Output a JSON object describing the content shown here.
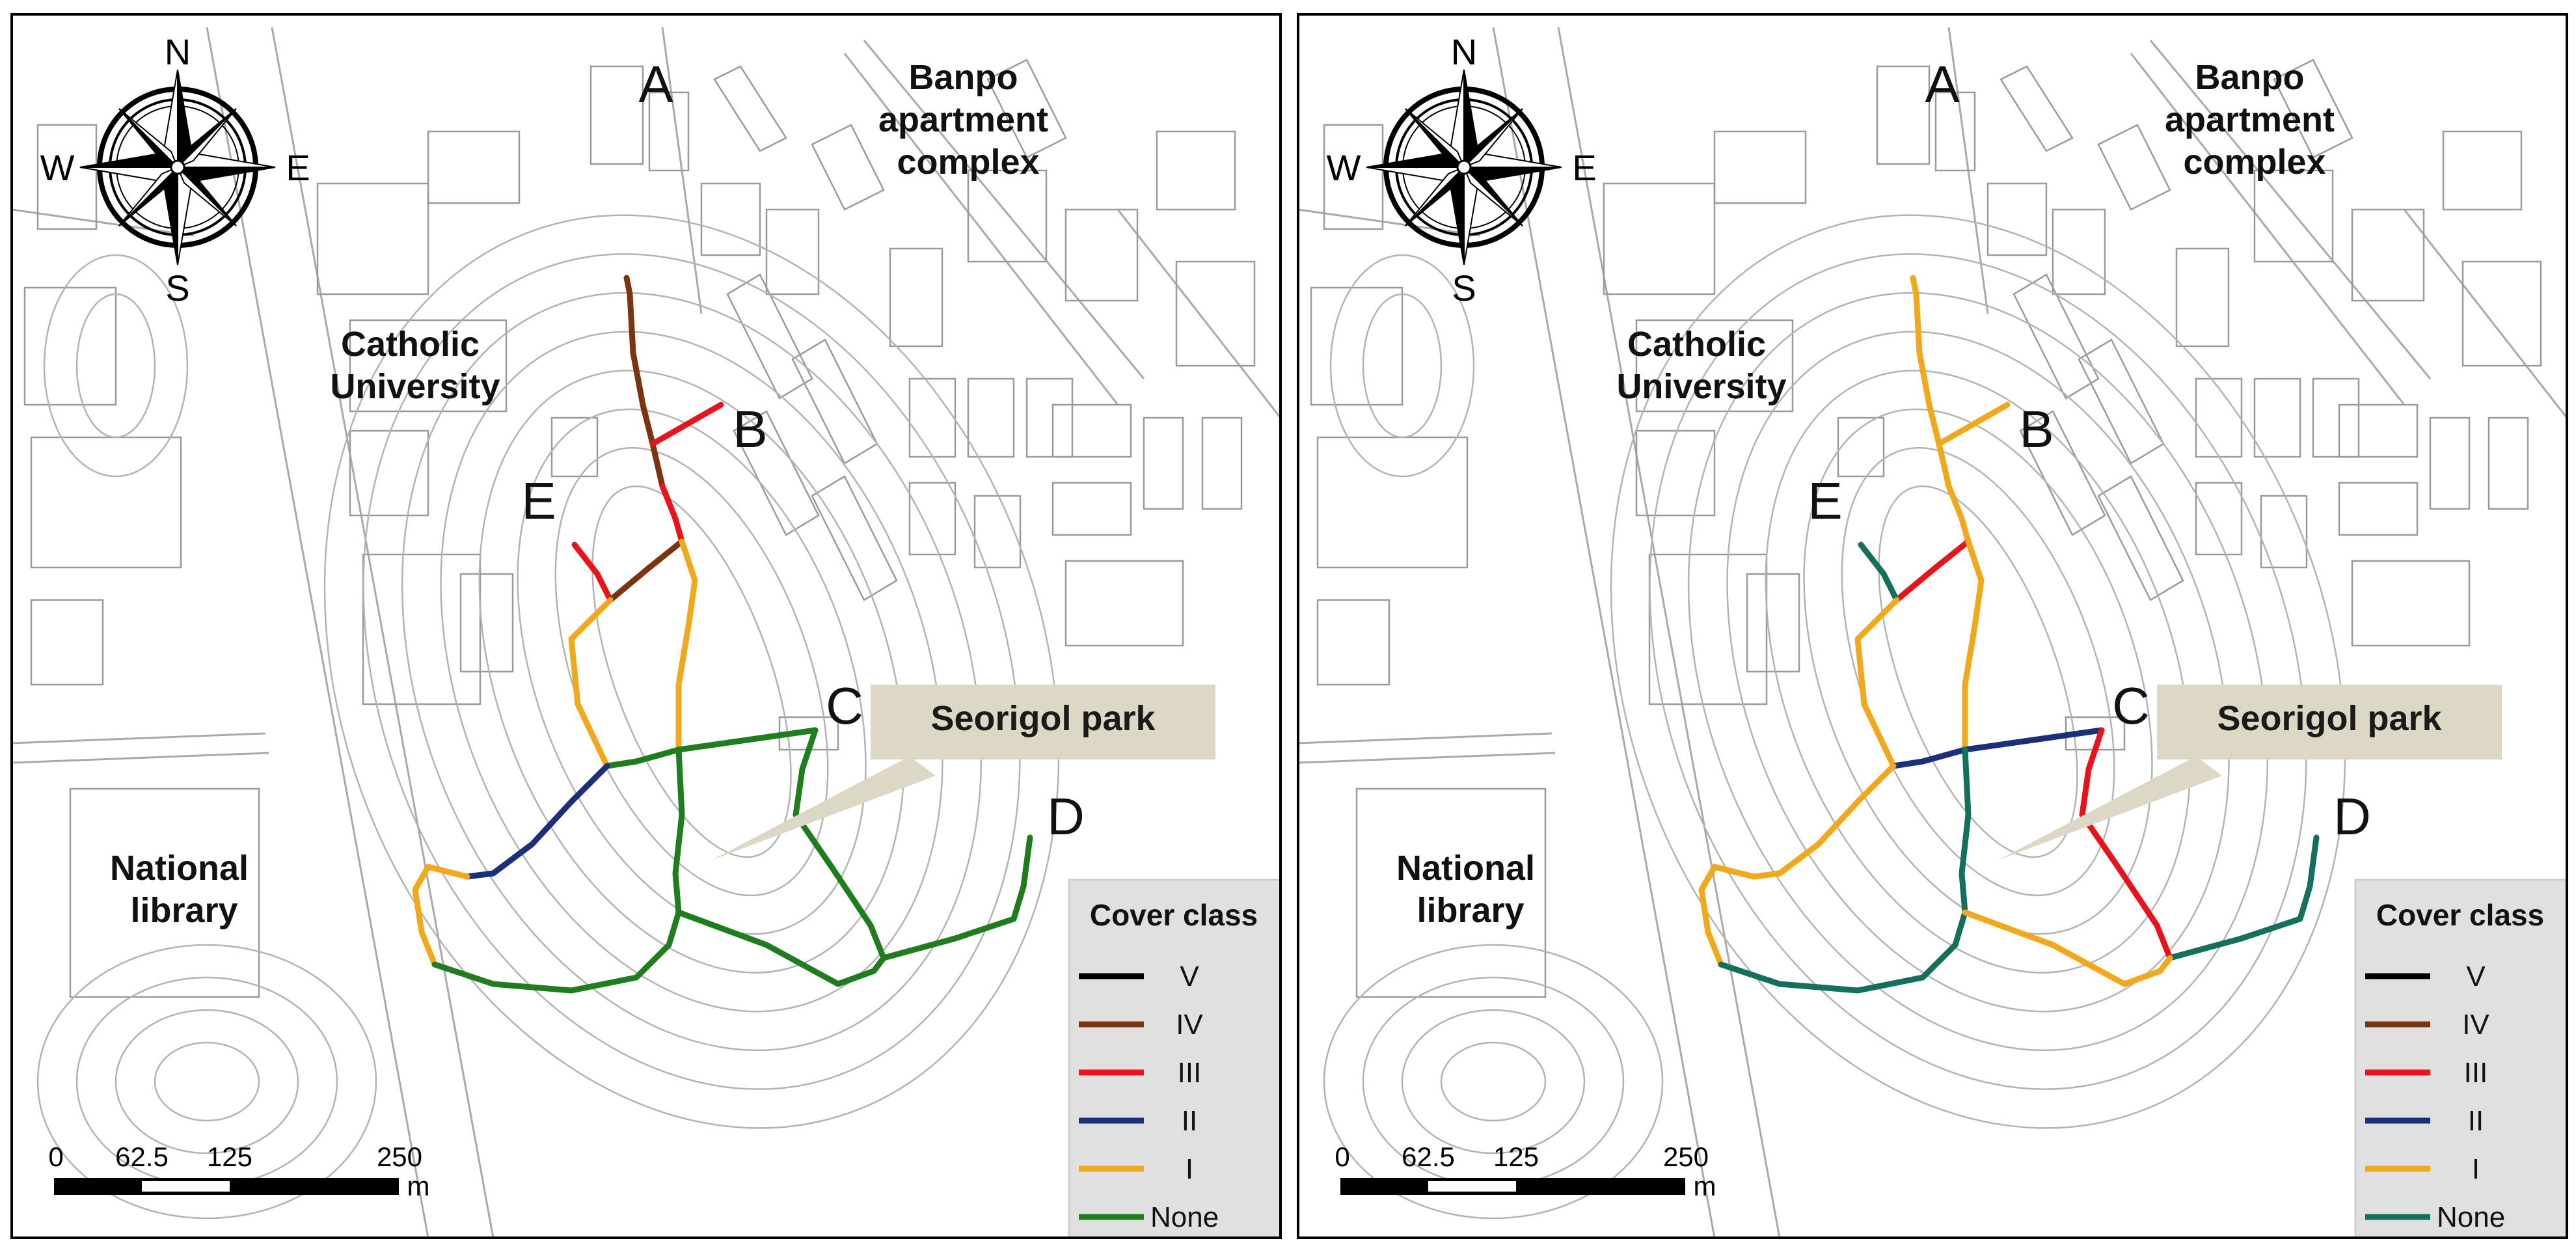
{
  "panels": [
    {
      "id": "left",
      "labels": {
        "a": "A",
        "b": "B",
        "c": "C",
        "d": "D",
        "e": "E",
        "catholic_line1": "Catholic",
        "catholic_line2": "University",
        "banpo_line1": "Banpo",
        "banpo_line2": "apartment",
        "banpo_line3": "complex",
        "national_line1": "National",
        "national_line2": "library",
        "park_callout": "Seorigol park"
      },
      "compass": {
        "n": "N",
        "s": "S",
        "e": "E",
        "w": "W"
      },
      "scale": {
        "t0": "0",
        "t1": "62.5",
        "t2": "125",
        "t3": "250",
        "unit": "m"
      },
      "legend": {
        "title": "Cover class",
        "items": [
          {
            "label": "V",
            "color": "#000000"
          },
          {
            "label": "IV",
            "color": "#7a3410"
          },
          {
            "label": "III",
            "color": "#e8141c"
          },
          {
            "label": "II",
            "color": "#1c2f7a"
          },
          {
            "label": "I",
            "color": "#f2a81c"
          },
          {
            "label": "None",
            "color": "#1e7d1e"
          }
        ]
      },
      "route_classes": {
        "a_to_b": "IV",
        "b_spur": "III",
        "b_to_fork": "III",
        "fork_to_e_join": "IV",
        "e_spur": "III",
        "e_join_to_west": "I",
        "trunk_to_junction": "I",
        "junction_to_c": "None",
        "west_junction_to_middle": "None",
        "west_junction_to_sw": "II",
        "southwest_loop": "I",
        "south_path": "None",
        "central_descent": "None",
        "c_to_east": "None",
        "east_to_d": "None",
        "cross_link": "None"
      }
    },
    {
      "id": "right",
      "labels": {
        "a": "A",
        "b": "B",
        "c": "C",
        "d": "D",
        "e": "E",
        "catholic_line1": "Catholic",
        "catholic_line2": "University",
        "banpo_line1": "Banpo",
        "banpo_line2": "apartment",
        "banpo_line3": "complex",
        "national_line1": "National",
        "national_line2": "library",
        "park_callout": "Seorigol park"
      },
      "compass": {
        "n": "N",
        "s": "S",
        "e": "E",
        "w": "W"
      },
      "scale": {
        "t0": "0",
        "t1": "62.5",
        "t2": "125",
        "t3": "250",
        "unit": "m"
      },
      "legend": {
        "title": "Cover class",
        "items": [
          {
            "label": "V",
            "color": "#000000"
          },
          {
            "label": "IV",
            "color": "#7a3410"
          },
          {
            "label": "III",
            "color": "#e8141c"
          },
          {
            "label": "II",
            "color": "#1c2f7a"
          },
          {
            "label": "I",
            "color": "#f2a81c"
          },
          {
            "label": "None",
            "color": "#13705a"
          }
        ]
      },
      "route_classes": {
        "a_to_b": "I",
        "b_spur": "I",
        "b_to_fork": "I",
        "fork_to_e_join": "III",
        "e_spur": "None",
        "e_join_to_west": "I",
        "trunk_to_junction": "I",
        "junction_to_c": "II",
        "west_junction_to_middle": "II",
        "west_junction_to_sw": "I",
        "southwest_loop": "I",
        "south_path": "None",
        "central_descent": "None",
        "c_to_east": "III",
        "east_to_d": "None",
        "cross_link": "I"
      }
    }
  ]
}
